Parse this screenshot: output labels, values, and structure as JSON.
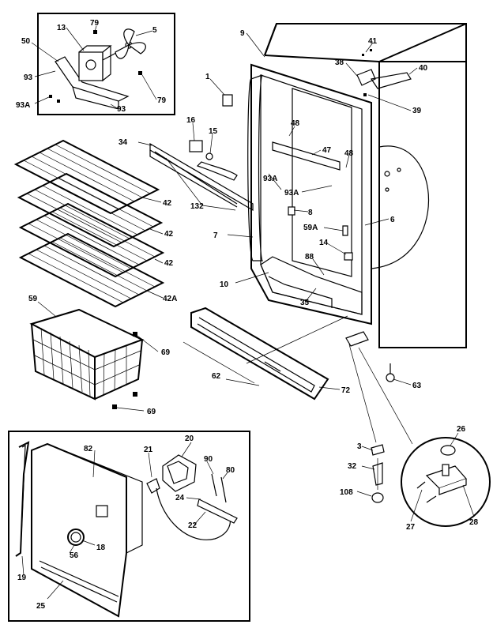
{
  "callouts": [
    {
      "id": "c-13",
      "text": "13"
    },
    {
      "id": "c-79a",
      "text": "79"
    },
    {
      "id": "c-5",
      "text": "5"
    },
    {
      "id": "c-50",
      "text": "50"
    },
    {
      "id": "c-93a",
      "text": "93"
    },
    {
      "id": "c-93A-a",
      "text": "93A"
    },
    {
      "id": "c-93b",
      "text": "93"
    },
    {
      "id": "c-79b",
      "text": "79"
    },
    {
      "id": "c-9",
      "text": "9"
    },
    {
      "id": "c-41",
      "text": "41"
    },
    {
      "id": "c-38a",
      "text": "38"
    },
    {
      "id": "c-40",
      "text": "40"
    },
    {
      "id": "c-39",
      "text": "39"
    },
    {
      "id": "c-1",
      "text": "1"
    },
    {
      "id": "c-16",
      "text": "16"
    },
    {
      "id": "c-15",
      "text": "15"
    },
    {
      "id": "c-48a",
      "text": "48"
    },
    {
      "id": "c-34",
      "text": "34"
    },
    {
      "id": "c-47",
      "text": "47"
    },
    {
      "id": "c-48b",
      "text": "48"
    },
    {
      "id": "c-93A-b",
      "text": "93A"
    },
    {
      "id": "c-93A-c",
      "text": "93A"
    },
    {
      "id": "c-42a",
      "text": "42"
    },
    {
      "id": "c-132",
      "text": "132"
    },
    {
      "id": "c-8",
      "text": "8"
    },
    {
      "id": "c-6",
      "text": "6"
    },
    {
      "id": "c-42b",
      "text": "42"
    },
    {
      "id": "c-59A",
      "text": "59A"
    },
    {
      "id": "c-7",
      "text": "7"
    },
    {
      "id": "c-14",
      "text": "14"
    },
    {
      "id": "c-42c",
      "text": "42"
    },
    {
      "id": "c-88",
      "text": "88"
    },
    {
      "id": "c-10",
      "text": "10"
    },
    {
      "id": "c-42A",
      "text": "42A"
    },
    {
      "id": "c-35",
      "text": "35"
    },
    {
      "id": "c-59",
      "text": "59"
    },
    {
      "id": "c-69a",
      "text": "69"
    },
    {
      "id": "c-62",
      "text": "62"
    },
    {
      "id": "c-63",
      "text": "63"
    },
    {
      "id": "c-72",
      "text": "72"
    },
    {
      "id": "c-69b",
      "text": "69"
    },
    {
      "id": "c-82",
      "text": "82"
    },
    {
      "id": "c-20",
      "text": "20"
    },
    {
      "id": "c-21",
      "text": "21"
    },
    {
      "id": "c-90",
      "text": "90"
    },
    {
      "id": "c-80",
      "text": "80"
    },
    {
      "id": "c-24",
      "text": "24"
    },
    {
      "id": "c-22",
      "text": "22"
    },
    {
      "id": "c-56",
      "text": "56"
    },
    {
      "id": "c-18",
      "text": "18"
    },
    {
      "id": "c-19",
      "text": "19"
    },
    {
      "id": "c-25",
      "text": "25"
    },
    {
      "id": "c-3",
      "text": "3"
    },
    {
      "id": "c-32",
      "text": "32"
    },
    {
      "id": "c-108",
      "text": "108"
    },
    {
      "id": "c-26",
      "text": "26"
    },
    {
      "id": "c-27",
      "text": "27"
    },
    {
      "id": "c-28",
      "text": "28"
    }
  ]
}
